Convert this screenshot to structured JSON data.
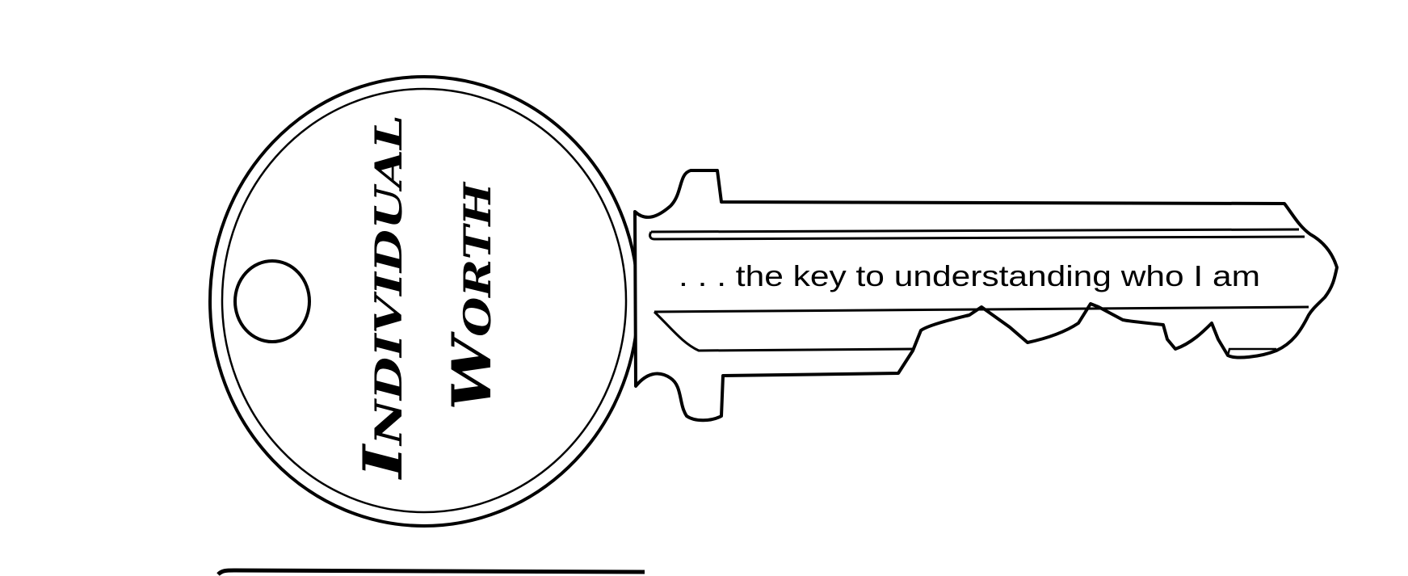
{
  "key_bow": {
    "line1": "Individual",
    "line2": "Worth"
  },
  "key_blade": {
    "tagline": ". . . the key to understanding who I am"
  },
  "colors": {
    "ink": "#000000",
    "paper": "#ffffff"
  }
}
